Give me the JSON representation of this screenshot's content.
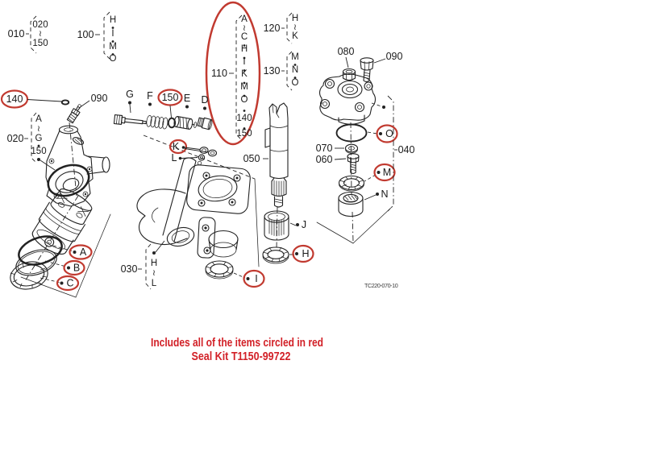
{
  "colors": {
    "line": "#222222",
    "red_circle": "#c13a30",
    "red_note": "#d22027",
    "background": "#ffffff"
  },
  "doc": {
    "number": "TC220-070-10"
  },
  "note": {
    "line1": "Includes all of the items circled in red",
    "line2": "Seal Kit T1150-99722"
  },
  "seal_kit": {
    "kit_number": "T1150-99722",
    "circled_items": [
      "140",
      "150",
      "K",
      "A",
      "B",
      "C",
      "I",
      "H",
      "M",
      "O"
    ],
    "circled_group": "110"
  },
  "groups": {
    "g010": {
      "label": "010",
      "items": [
        "020",
        "≀",
        "150"
      ]
    },
    "g100": {
      "label": "100",
      "items": [
        "H",
        "I",
        "M",
        "O"
      ]
    },
    "g110": {
      "label": "110",
      "items": [
        "A",
        "≀",
        "C",
        "H",
        "I",
        "K",
        "M",
        "O",
        "140",
        "150"
      ],
      "circled": true
    },
    "g120": {
      "label": "120",
      "items": [
        "H",
        "≀",
        "K"
      ]
    },
    "g130": {
      "label": "130",
      "items": [
        "M",
        "N",
        "O"
      ]
    },
    "g020": {
      "label": "020",
      "items": [
        "A",
        "≀",
        "G",
        "150"
      ]
    },
    "g030": {
      "label": "030",
      "items": [
        "H",
        "≀",
        "L"
      ]
    },
    "g040": {
      "label": "040"
    }
  },
  "labels": {
    "p080": "080",
    "p090_top": "090",
    "p090_left": "090",
    "p140": "140",
    "p150": "150",
    "p050": "050",
    "p060": "060",
    "p070": "070",
    "pG": "G",
    "pF": "F",
    "pE": "E",
    "pD": "D",
    "pK": "K",
    "pL": "L",
    "pJ": "J",
    "pH": "H",
    "pI": "I",
    "pM": "M",
    "pN": "N",
    "pO": "O",
    "pA": "A",
    "pB": "B",
    "pC": "C"
  }
}
